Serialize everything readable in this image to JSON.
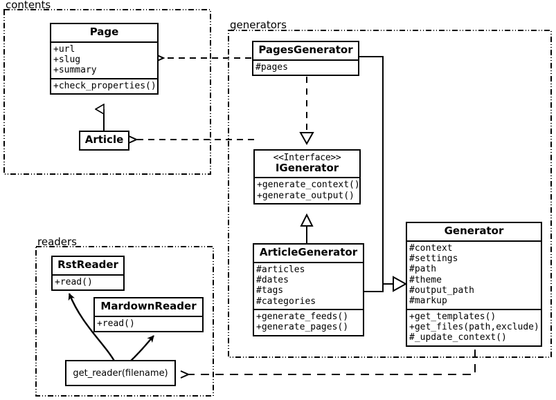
{
  "diagram": {
    "title": "UML class diagram",
    "stroke_color": "#000000",
    "background_color": "#ffffff"
  },
  "packages": [
    {
      "id": "contents",
      "label": "contents"
    },
    {
      "id": "generators",
      "label": "generators"
    },
    {
      "id": "readers",
      "label": "readers"
    }
  ],
  "classes": {
    "page": {
      "name": "Page",
      "attributes": [
        "+url",
        "+slug",
        "+summary"
      ],
      "operations": [
        "+check_properties()"
      ]
    },
    "article": {
      "name": "Article",
      "attributes": [],
      "operations": []
    },
    "pages_generator": {
      "name": "PagesGenerator",
      "attributes": [
        "#pages"
      ],
      "operations": []
    },
    "igenerator": {
      "stereotype": "<<Interface>>",
      "name": "IGenerator",
      "attributes": [],
      "operations": [
        "+generate_context()",
        "+generate_output()"
      ]
    },
    "article_generator": {
      "name": "ArticleGenerator",
      "attributes": [
        "#articles",
        "#dates",
        "#tags",
        "#categories"
      ],
      "operations": [
        "+generate_feeds()",
        "+generate_pages()"
      ]
    },
    "generator": {
      "name": "Generator",
      "attributes": [
        "#context",
        "#settings",
        "#path",
        "#theme",
        "#output_path",
        "#markup"
      ],
      "operations": [
        "+get_templates()",
        "+get_files(path,exclude)",
        "#_update_context()"
      ]
    },
    "rst_reader": {
      "name": "RstReader",
      "operations": [
        "+read()"
      ]
    },
    "mardown_reader": {
      "name": "MardownReader",
      "operations": [
        "+read()"
      ]
    },
    "get_reader": {
      "name": "get_reader(filename)"
    }
  },
  "relationships": [
    {
      "from": "pages_generator",
      "to": "page",
      "type": "dependency"
    },
    {
      "from": "article_generator",
      "to": "article",
      "type": "dependency"
    },
    {
      "from": "pages_generator",
      "to": "igenerator",
      "type": "realization"
    },
    {
      "from": "article_generator",
      "to": "igenerator",
      "type": "generalization"
    },
    {
      "from": "pages_generator",
      "to": "generator",
      "type": "generalization"
    },
    {
      "from": "article_generator",
      "to": "generator",
      "type": "generalization"
    },
    {
      "from": "article",
      "to": "page",
      "type": "generalization"
    },
    {
      "from": "generator",
      "to": "get_reader",
      "type": "dependency"
    },
    {
      "from": "get_reader",
      "to": "rst_reader",
      "type": "usage"
    },
    {
      "from": "get_reader",
      "to": "mardown_reader",
      "type": "usage"
    }
  ]
}
